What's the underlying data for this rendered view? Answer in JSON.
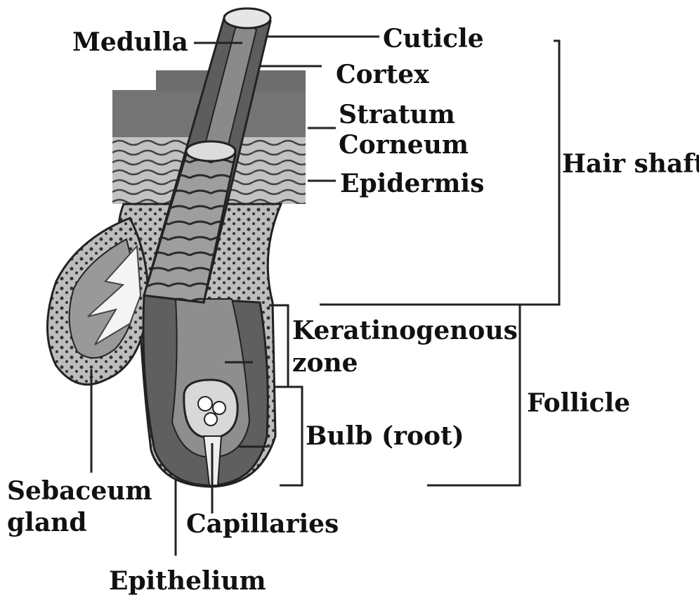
{
  "labels": {
    "medulla": "Medulla",
    "cuticle": "Cuticle",
    "cortex": "Cortex",
    "stratum_line1": "Stratum",
    "stratum_line2": "Corneum",
    "epidermis": "Epidermis",
    "hair_shaft": "Hair shaft",
    "keratinogenous_line1": "Keratinogenous",
    "keratinogenous_line2": "zone",
    "follicle": "Follicle",
    "bulb": "Bulb (root)",
    "sebaceum_line1": "Sebaceum",
    "sebaceum_line2": "gland",
    "capillaries": "Capillaries",
    "epithelium": "Epithelium"
  },
  "colors": {
    "skin_dark": "#6f6f6f",
    "skin_light": "#b4b4b4",
    "shaft_dark": "#5c5c5c",
    "shaft_mid": "#8e8e8e",
    "gland_fill": "#9a9a9a",
    "line": "#222222"
  }
}
